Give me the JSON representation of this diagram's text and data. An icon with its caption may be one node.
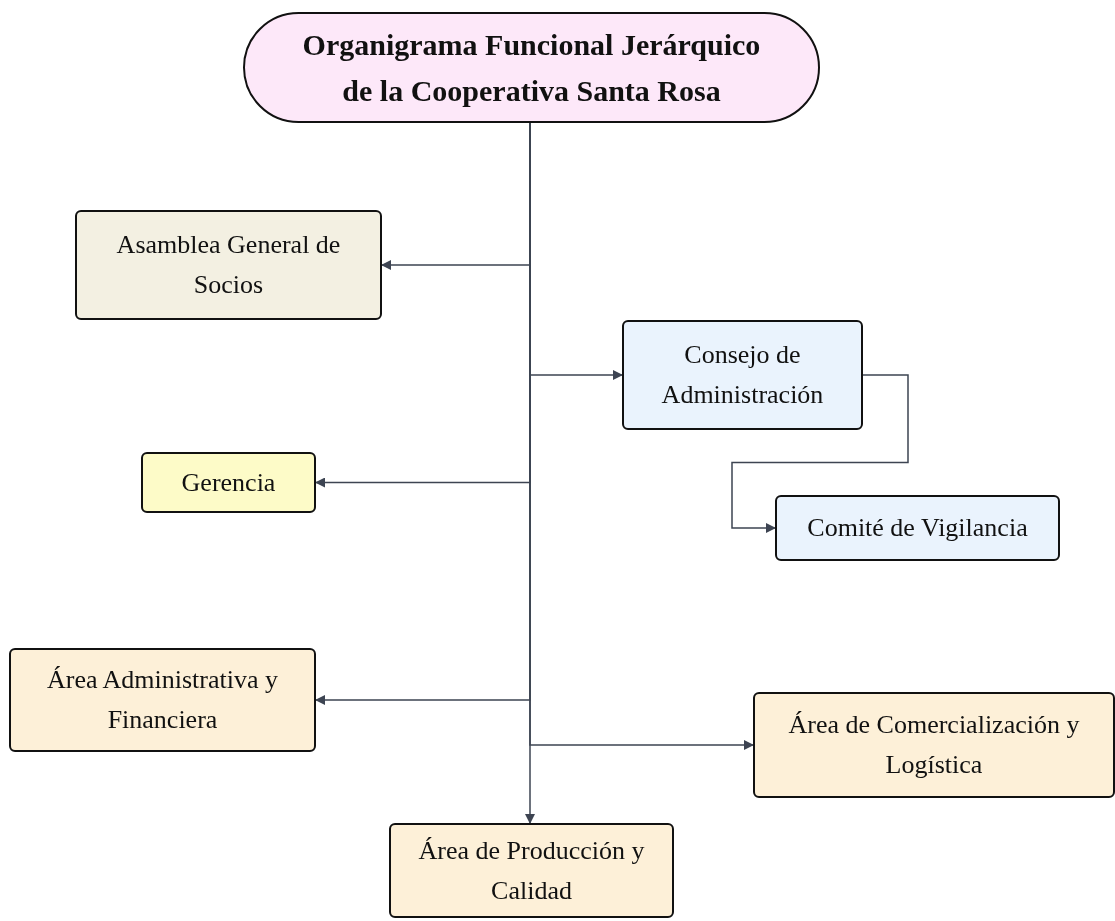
{
  "diagram": {
    "nodes": [
      {
        "text": [
          "Organigrama Funcional Jerárquico de la Cooperativa Santa Rosa"
        ]
      },
      {
        "text": [
          "Asamblea General de Socios"
        ]
      },
      {
        "text": [
          "Consejo de Administración"
        ]
      },
      {
        "text": [
          "Gerencia"
        ]
      },
      {
        "text": [
          "Comité de Vigilancia"
        ]
      },
      {
        "text": [
          "Área Administrativa y Financiera"
        ]
      },
      {
        "text": [
          "Área de Comercialización y Logística"
        ]
      },
      {
        "text": [
          "Área de Producción y Calidad"
        ]
      }
    ],
    "edges": [
      {
        "from": 0,
        "to": 1,
        "arrow": "to"
      },
      {
        "from": 0,
        "to": 2,
        "arrow": "to"
      },
      {
        "from": 0,
        "to": 3,
        "arrow": "to"
      },
      {
        "from": 2,
        "to": 4,
        "arrow": "to"
      },
      {
        "from": 0,
        "to": 5,
        "arrow": "to"
      },
      {
        "from": 0,
        "to": 6,
        "arrow": "to"
      },
      {
        "from": 0,
        "to": 7,
        "arrow": "to"
      }
    ]
  }
}
